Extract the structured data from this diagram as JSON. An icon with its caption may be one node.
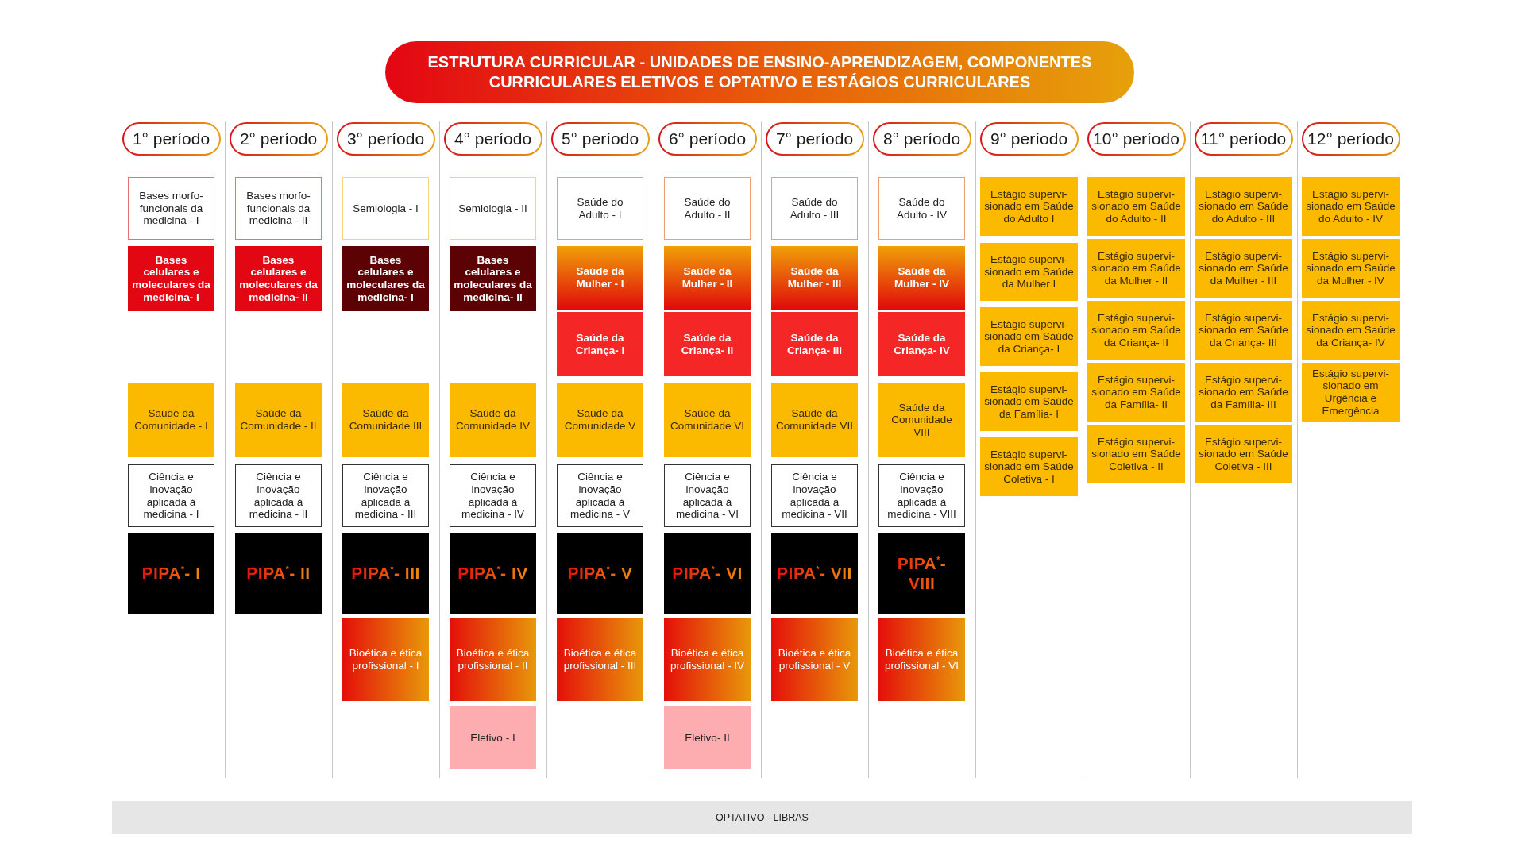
{
  "diagram": {
    "title": "ESTRUTURA CURRICULAR - UNIDADES DE ENSINO-APRENDIZAGEM, COMPONENTES CURRICULARES ELETIVOS E OPTATIVO E ESTÁGIOS CURRICULARES",
    "nodes": [
      {
        "text": [
          "1° período"
        ]
      },
      {
        "text": [
          "Bases morfo- funcionais da medicina - I"
        ]
      },
      {
        "text": [
          "Bases celulares e moleculares da medicina- I"
        ]
      },
      {
        "text": [
          "Saúde da Comunidade - I"
        ]
      },
      {
        "text": [
          "Ciência e inovação aplicada à medicina - I"
        ]
      },
      {
        "text": [
          "PIPA$^{*}$- I"
        ]
      },
      {
        "text": [
          "2° período"
        ]
      },
      {
        "text": [
          "Bases morfo- funcionais da medicina - II"
        ]
      },
      {
        "text": [
          "Bases celulares e moleculares da medicina- II"
        ]
      },
      {
        "text": [
          "Saúde da Comunidade - II"
        ]
      },
      {
        "text": [
          "Ciência e inovação aplicada à medicina - II"
        ]
      },
      {
        "text": [
          "PIPA$^{*}$- II"
        ]
      },
      {
        "text": [
          "3° período"
        ]
      },
      {
        "text": [
          "Semiologia - I"
        ]
      },
      {
        "text": [
          "Bases celulares e moleculares da medicina- I"
        ]
      },
      {
        "text": [
          "Saúde da Comunidade III"
        ]
      },
      {
        "text": [
          "Ciência e inovação aplicada à medicina - III"
        ]
      },
      {
        "text": [
          "PIPA$^{*}$- III"
        ]
      },
      {
        "text": [
          "Bioética e ética profissional - I"
        ]
      },
      {
        "text": [
          "4° período"
        ]
      },
      {
        "text": [
          "Semiologia - II"
        ]
      },
      {
        "text": [
          "Bases celulares e moleculares da medicina- II"
        ]
      },
      {
        "text": [
          "Saúde da Comunidade IV"
        ]
      },
      {
        "text": [
          "Ciência e inovação aplicada à medicina - IV"
        ]
      },
      {
        "text": [
          "PIPA$^{*}$- IV"
        ]
      },
      {
        "text": [
          "Bioética e ética profissional - II"
        ]
      },
      {
        "text": [
          "Eletivo - I"
        ]
      },
      {
        "text": [
          "5° período"
        ]
      },
      {
        "text": [
          "Saúde do Adulto - I"
        ]
      },
      {
        "text": [
          "Saúde da Mulher - I"
        ]
      },
      {
        "text": [
          "Saúde da Criança- I"
        ]
      },
      {
        "text": [
          "Saúde da Comunidade V"
        ]
      },
      {
        "text": [
          "Ciência e inovação aplicada à medicina - V"
        ]
      },
      {
        "text": [
          "PIPA$^{*}$- V"
        ]
      },
      {
        "text": [
          "Bioética e ética profissional - III"
        ]
      },
      {
        "text": [
          "6° período"
        ]
      },
      {
        "text": [
          "Saúde do Adulto - II"
        ]
      },
      {
        "text": [
          "Saúde da Mulher - II"
        ]
      },
      {
        "text": [
          "Saúde da Criança- II"
        ]
      },
      {
        "text": [
          "Saúde da Comunidade VI"
        ]
      },
      {
        "text": [
          "Ciência e inovação aplicada à medicina - VI"
        ]
      },
      {
        "text": [
          "PIPA$^{*}$- VI"
        ]
      },
      {
        "text": [
          "Bioética e ética profissional - IV"
        ]
      },
      {
        "text": [
          "Eletivo- II"
        ]
      },
      {
        "text": [
          "7° período"
        ]
      },
      {
        "text": [
          "Saúde do Adulto - III"
        ]
      },
      {
        "text": [
          "Saúde da Mulher - III"
        ]
      },
      {
        "text": [
          "Saúde da Criança- III"
        ]
      },
      {
        "text": [
          "Saúde da Comunidade VII"
        ]
      },
      {
        "text": [
          "Ciência e inovação aplicada à medicina - VII"
        ]
      },
      {
        "text": [
          "PIPA$^{*}$- VII"
        ]
      },
      {
        "text": [
          "Bioética e ética profissional - V"
        ]
      },
      {
        "text": [
          "8° período"
        ]
      },
      {
        "text": [
          "Saúde do Adulto - IV"
        ]
      },
      {
        "text": [
          "Saúde da Mulher - IV"
        ]
      },
      {
        "text": [
          "Saúde da Criança- IV"
        ]
      },
      {
        "text": [
          "Saúde da Comunidade VIII"
        ]
      },
      {
        "text": [
          "Ciência e inovação aplicada à medicina - VIII"
        ]
      },
      {
        "text": [
          "PIPA$^{*}$- VIII"
        ]
      },
      {
        "text": [
          "Bioética e ética profissional - VI"
        ]
      },
      {
        "text": [
          "9° período"
        ]
      },
      {
        "text": [
          "Estágio supervi- sionado em Saúde do Adulto I"
        ]
      },
      {
        "text": [
          "Estágio supervi- sionado em Saúde da Mulher I"
        ]
      },
      {
        "text": [
          "Estágio supervi- sionado em Saúde da Criança- I"
        ]
      },
      {
        "text": [
          "Estágio supervi- sionado em Saúde da Família- I"
        ]
      },
      {
        "text": [
          "Estágio supervi- sionado em Saúde Coletiva - I"
        ]
      },
      {
        "text": [
          "10° período"
        ]
      },
      {
        "text": [
          "Estágio supervi- sionado em Saúde do Adulto - II"
        ]
      },
      {
        "text": [
          "Estágio supervi- sionado em Saúde da Mulher - II"
        ]
      },
      {
        "text": [
          "Estágio supervi- sionado em Saúde da Criança- II"
        ]
      },
      {
        "text": [
          "Estágio supervi- sionado em Saúde da Família- II"
        ]
      },
      {
        "text": [
          "Estágio supervi- sionado em Saúde Coletiva - II"
        ]
      },
      {
        "text": [
          "11° período"
        ]
      },
      {
        "text": [
          "Estágio supervi- sionado em Saúde do Adulto - III"
        ]
      },
      {
        "text": [
          "Estágio supervi- sionado em Saúde da Mulher - III"
        ]
      },
      {
        "text": [
          "Estágio supervi- sionado em Saúde da Criança- III"
        ]
      },
      {
        "text": [
          "Estágio supervi- sionado em Saúde da Família- III"
        ]
      },
      {
        "text": [
          "Estágio supervi- sionado em Saúde Coletiva - III"
        ]
      },
      {
        "text": [
          "12° período"
        ]
      },
      {
        "text": [
          "Estágio supervi- sionado em Saúde do Adulto - IV"
        ]
      },
      {
        "text": [
          "Estágio supervi- sionado em Saúde da Mulher - IV"
        ]
      },
      {
        "text": [
          "Estágio supervi- sionado em Saúde da Criança- IV"
        ]
      },
      {
        "text": [
          "Estágio supervi- sionado em Urgência e Emergência"
        ]
      },
      {
        "text": [
          "OPTATIVO - LIBRAS"
        ]
      }
    ]
  }
}
